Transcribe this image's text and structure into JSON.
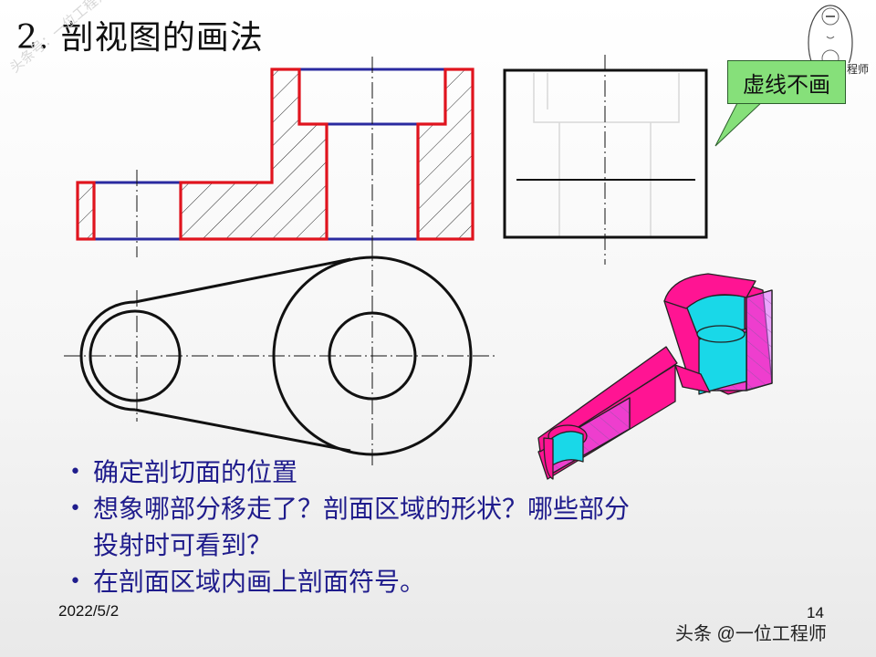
{
  "slide": {
    "title": "2. 剖视图的画法",
    "callout": "虚线不画",
    "seal_label": "程师",
    "watermark_diagonal": "头条号：一位工程师",
    "bullets": [
      {
        "text": "确定剖切面的位置"
      },
      {
        "text": "想象哪部分移走了？剖面区域的形状？哪些部分",
        "continuation": "投射时可看到？"
      },
      {
        "text": " 在剖面区域内画上剖面符号。"
      }
    ],
    "date": "2022/5/2",
    "page_number": "14",
    "watermark_bottom": "头条 @一位工程师"
  },
  "colors": {
    "section_outline": "#e0141e",
    "section_hidden_line": "#2a2aa0",
    "callout_fill": "#86e07a",
    "bullet_text": "#1f1c8c",
    "model_magenta": "#ff1493",
    "model_cyan": "#19d8e8"
  }
}
